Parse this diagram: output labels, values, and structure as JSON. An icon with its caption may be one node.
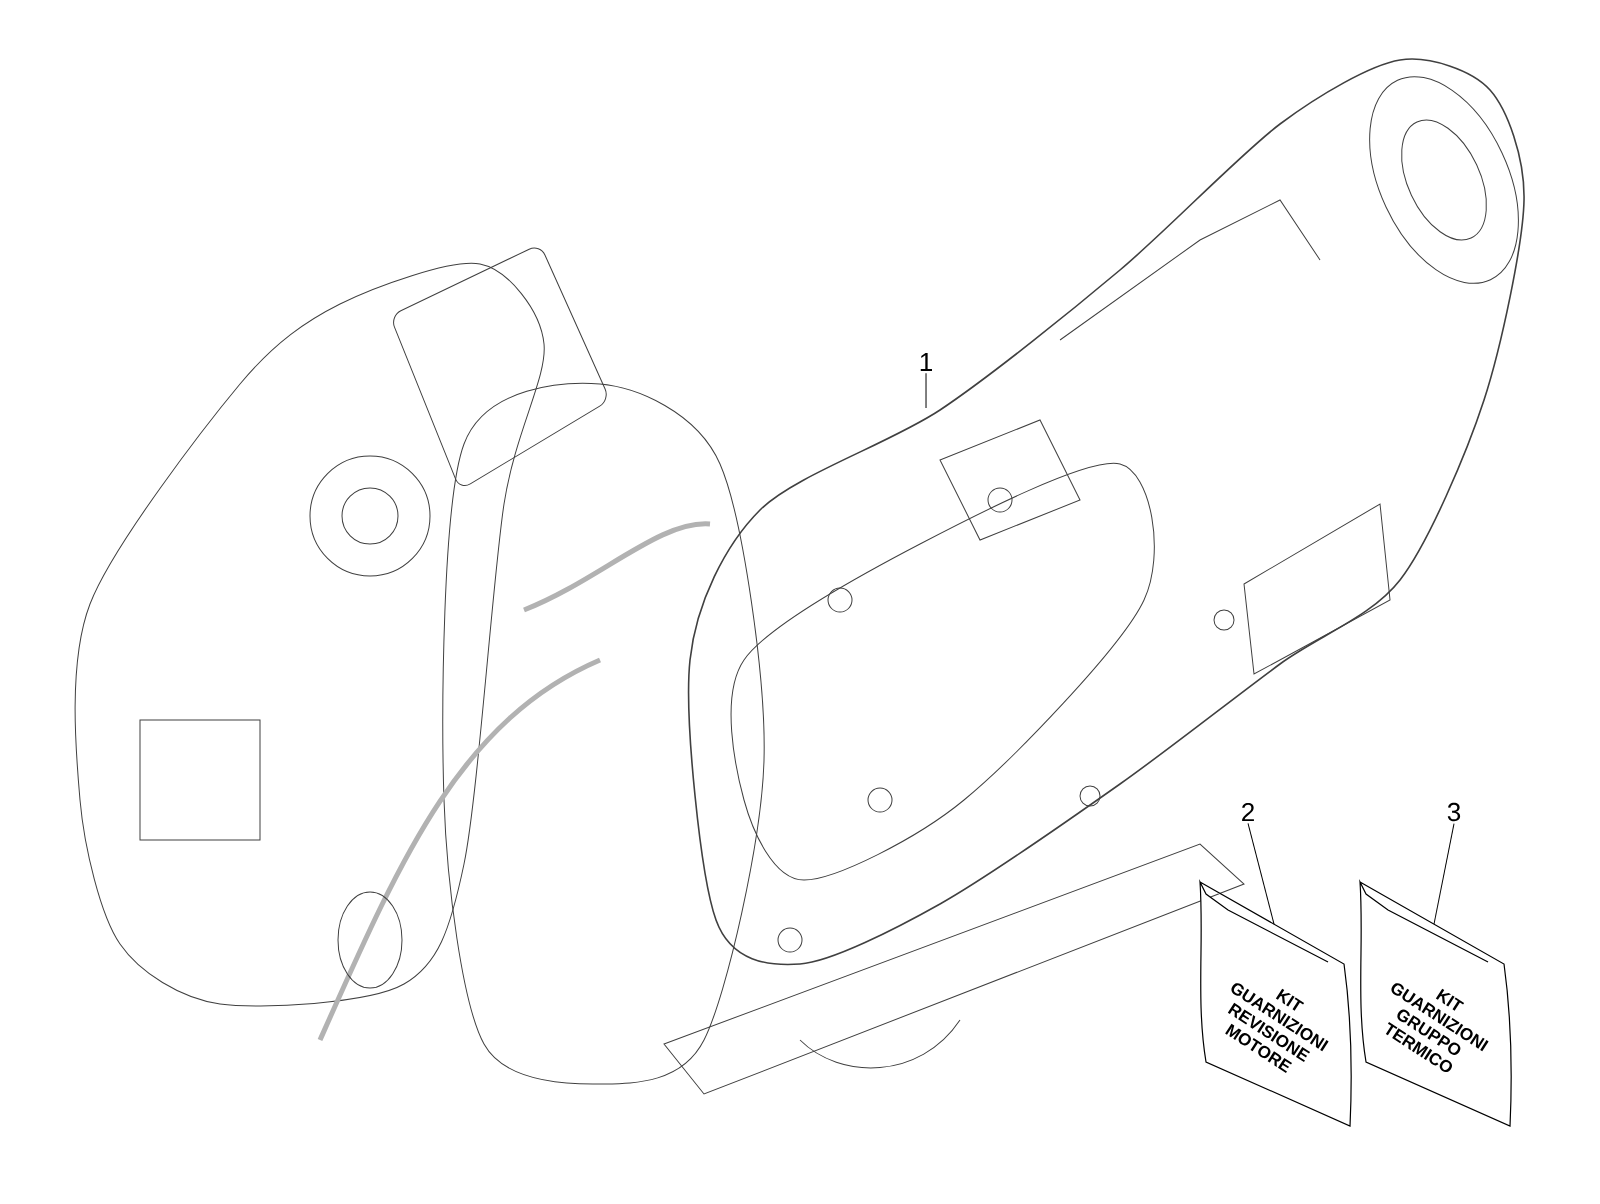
{
  "diagram": {
    "nodes": [
      {
        "text": [
          "1"
        ]
      },
      {
        "text": [
          "KIT GUARNIZIONI REVISIONE MOTORE"
        ]
      },
      {
        "text": [
          "2"
        ]
      },
      {
        "text": [
          "KIT GUARNIZIONI GRUPPO TERMICO"
        ]
      },
      {
        "text": [
          "3"
        ]
      }
    ],
    "edges": [
      {
        "from": 0,
        "to": null,
        "arrow": "none"
      },
      {
        "from": 2,
        "to": 1,
        "arrow": "none"
      },
      {
        "from": 4,
        "to": 3,
        "arrow": "none"
      }
    ]
  }
}
